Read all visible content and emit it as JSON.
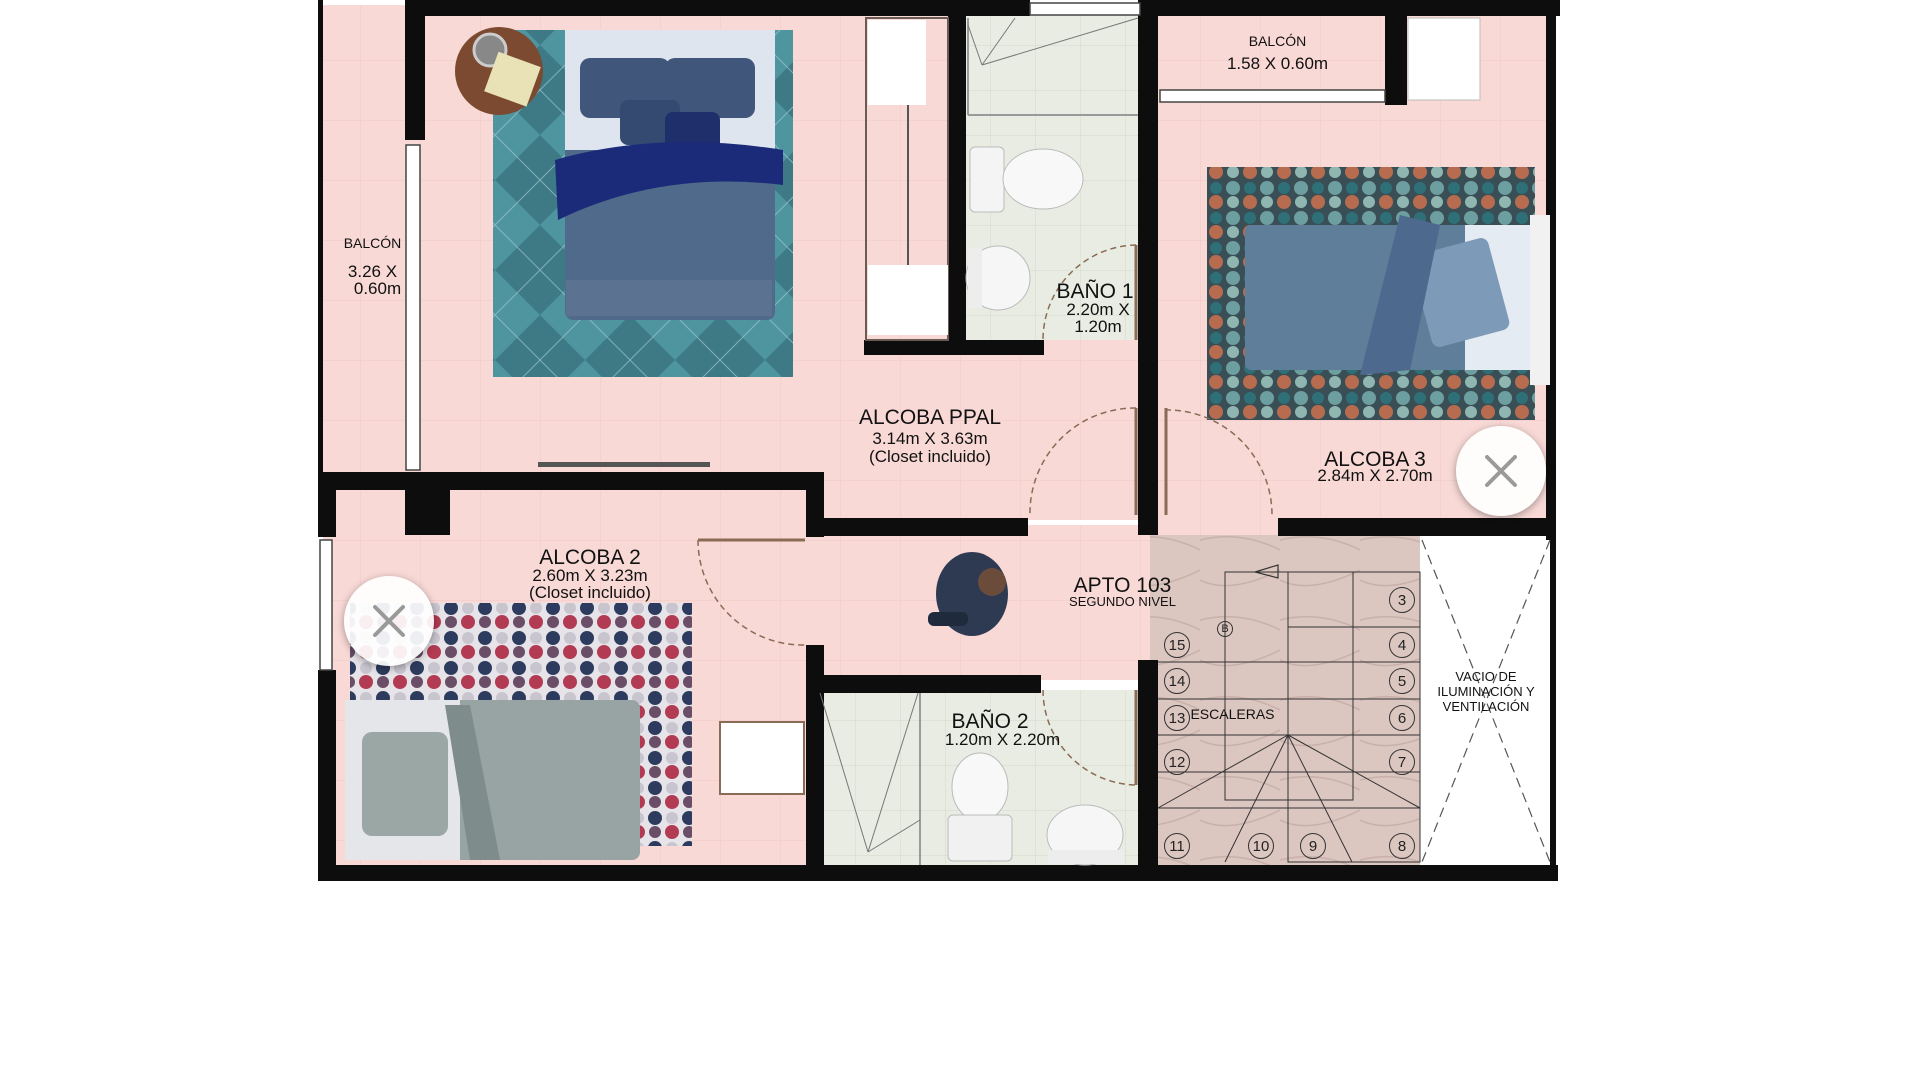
{
  "apartment": {
    "title": "APTO 103",
    "subtitle": "SEGUNDO NIVEL"
  },
  "rooms": {
    "balcon_left": {
      "name": "BALCÓN",
      "dim_line1": "3.26 X",
      "dim_line2": "0.60m"
    },
    "balcon_top": {
      "name": "BALCÓN",
      "dim": "1.58 X 0.60m"
    },
    "alcoba_ppal": {
      "name": "ALCOBA PPAL",
      "dim": "3.14m X 3.63m",
      "note": "(Closet incluido)"
    },
    "bano1": {
      "name": "BAÑO 1",
      "dim_line1": "2.20m X",
      "dim_line2": "1.20m"
    },
    "alcoba3": {
      "name": "ALCOBA 3",
      "dim": "2.84m X 2.70m"
    },
    "alcoba2": {
      "name": "ALCOBA 2",
      "dim": "2.60m X 3.23m",
      "note": "(Closet incluido)"
    },
    "bano2": {
      "name": "BAÑO 2",
      "dim": "1.20m X 2.20m"
    },
    "escaleras": {
      "name": "ESCALERAS"
    },
    "vacio": {
      "line1": "VACIO DE",
      "line2": "ILUMINACIÓN Y",
      "line3": "VENTILACIÓN"
    }
  },
  "stairs": {
    "marker": "B",
    "steps": [
      "3",
      "4",
      "5",
      "6",
      "7",
      "8",
      "9",
      "10",
      "11",
      "12",
      "13",
      "14",
      "15"
    ]
  },
  "controls": {
    "close_icon": "close-icon"
  },
  "colors": {
    "floor": "#f8d9d6",
    "wall": "#0d0d0d",
    "bath_floor": "#e7ebe0",
    "stairs": "#d9c3bd",
    "rug_blue": "#3f7f86",
    "bed_blue": "#4f6a8a"
  }
}
